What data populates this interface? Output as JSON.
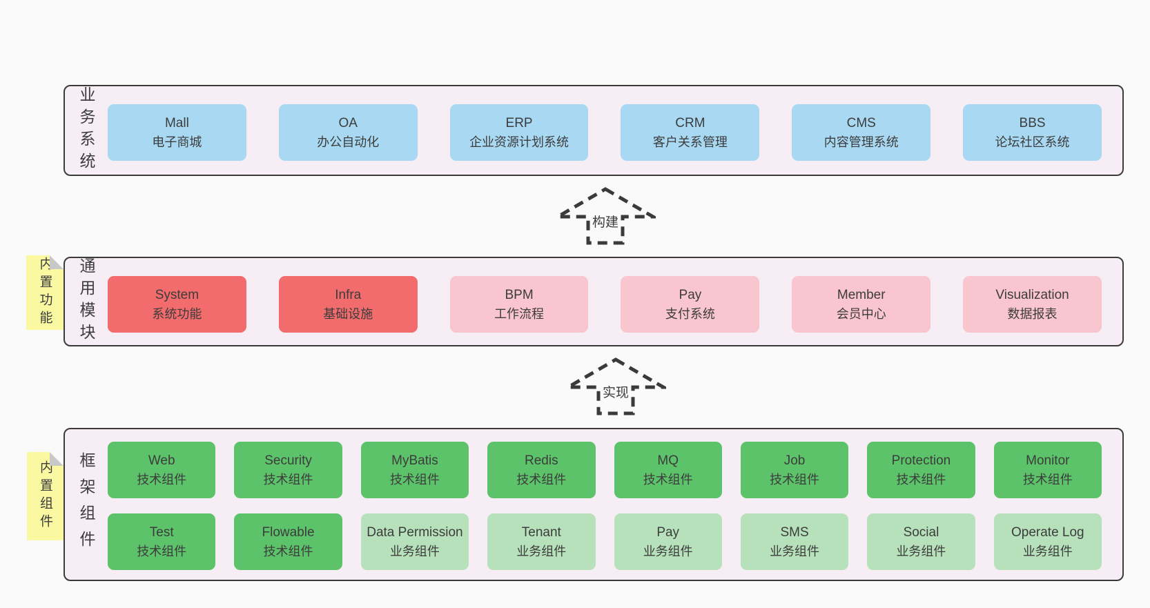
{
  "colors": {
    "page_bg": "#fafafa",
    "band_bg": "#f7edf4",
    "band_border": "#3a3a3a",
    "blue_box": "#a9d9f2",
    "red_box": "#f26b6d",
    "pink_box": "#f9c5ce",
    "green_box": "#5dc36a",
    "green_light_box": "#b6e1bb",
    "note_bg": "#fbf8a2",
    "note_fold": "#c8c8c8",
    "text": "#3c3c3c"
  },
  "bands": [
    {
      "label": "业务系统",
      "boxes": [
        {
          "name": "Mall",
          "desc": "电子商城"
        },
        {
          "name": "OA",
          "desc": "办公自动化"
        },
        {
          "name": "ERP",
          "desc": "企业资源计划系统"
        },
        {
          "name": "CRM",
          "desc": "客户关系管理"
        },
        {
          "name": "CMS",
          "desc": "内容管理系统"
        },
        {
          "name": "BBS",
          "desc": "论坛社区系统"
        }
      ]
    },
    {
      "label": "通用模块",
      "note": "内置功能",
      "boxes": [
        {
          "name": "System",
          "desc": "系统功能"
        },
        {
          "name": "Infra",
          "desc": "基础设施"
        },
        {
          "name": "BPM",
          "desc": "工作流程"
        },
        {
          "name": "Pay",
          "desc": "支付系统"
        },
        {
          "name": "Member",
          "desc": "会员中心"
        },
        {
          "name": "Visualization",
          "desc": "数据报表"
        }
      ]
    },
    {
      "label": "框架组件",
      "note": "内置组件",
      "rows": [
        [
          {
            "name": "Web",
            "desc": "技术组件"
          },
          {
            "name": "Security",
            "desc": "技术组件"
          },
          {
            "name": "MyBatis",
            "desc": "技术组件"
          },
          {
            "name": "Redis",
            "desc": "技术组件"
          },
          {
            "name": "MQ",
            "desc": "技术组件"
          },
          {
            "name": "Job",
            "desc": "技术组件"
          },
          {
            "name": "Protection",
            "desc": "技术组件"
          },
          {
            "name": "Monitor",
            "desc": "技术组件"
          }
        ],
        [
          {
            "name": "Test",
            "desc": "技术组件"
          },
          {
            "name": "Flowable",
            "desc": "技术组件"
          },
          {
            "name": "Data Permission",
            "desc": "业务组件"
          },
          {
            "name": "Tenant",
            "desc": "业务组件"
          },
          {
            "name": "Pay",
            "desc": "业务组件"
          },
          {
            "name": "SMS",
            "desc": "业务组件"
          },
          {
            "name": "Social",
            "desc": "业务组件"
          },
          {
            "name": "Operate Log",
            "desc": "业务组件"
          }
        ]
      ]
    }
  ],
  "arrows": [
    {
      "label": "构建"
    },
    {
      "label": "实现"
    }
  ]
}
